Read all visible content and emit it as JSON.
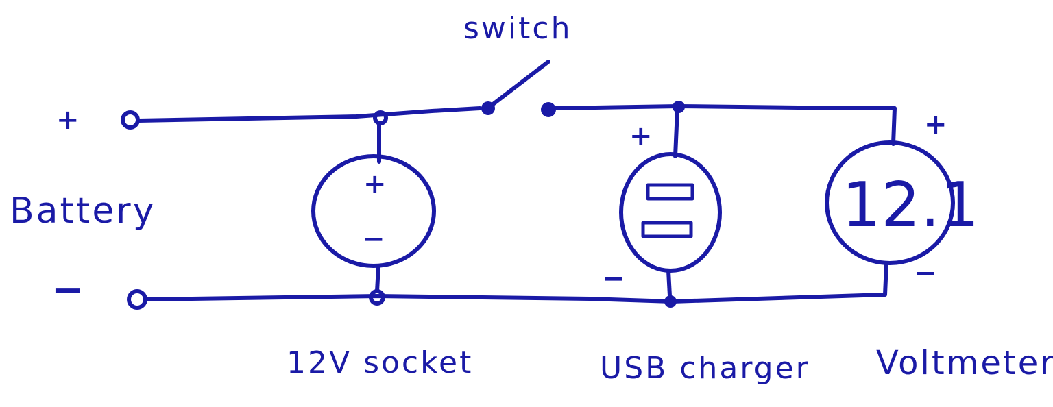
{
  "labels": {
    "switch": "switch",
    "battery": "Battery",
    "battery_plus": "+",
    "battery_minus": "−",
    "socket": "12V socket",
    "usb": "USB charger",
    "voltmeter": "Voltmeter"
  },
  "components": {
    "socket_plus": "+",
    "socket_minus": "−",
    "usb_plus": "+",
    "usb_minus": "−",
    "volt_plus": "+",
    "volt_minus": "−",
    "volt_reading": "12.1"
  },
  "colors": {
    "ink": "#1a1aa6",
    "paper": "#ffffff"
  }
}
